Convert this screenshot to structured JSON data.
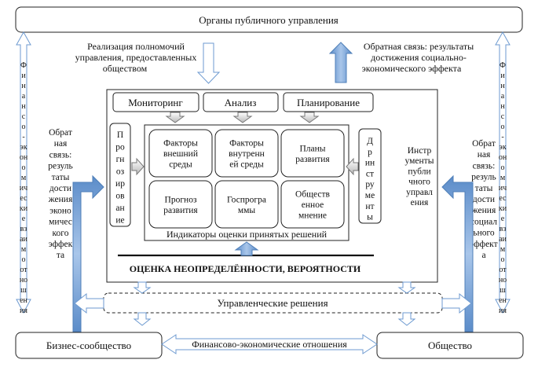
{
  "boxes": {
    "top": "Органы публичного управления",
    "monitoring": "Мониторинг",
    "analysis": "Анализ",
    "planning": "Планирование",
    "decisions": "Управленческие решения",
    "business": "Бизнес-сообщество",
    "society": "Общество",
    "fin_relations": "Финансово-экономические отношения"
  },
  "labels": {
    "implementation": [
      "Реализация полномочий",
      "управления, предоставленных",
      "обществом"
    ],
    "feedback_top": [
      "Обратная связь: результаты",
      "достижения социально-",
      "экономического эффекта"
    ],
    "uncertainty": "ОЦЕНКА НЕОПРЕДЕЛЁННОСТИ, ВЕРОЯТНОСТИ",
    "indicators": "Индикаторы оценки принятых решений",
    "instruments": [
      "Инстр",
      "ументы",
      "публи",
      "чного",
      "управл",
      "ения"
    ],
    "left_feedback": [
      "Обрат",
      "ная",
      "связь:",
      "резуль",
      "таты",
      "дости",
      "жения",
      "эконо",
      "мичес",
      "кого",
      "эффек",
      "та"
    ],
    "right_feedback": [
      "Обрат",
      "ная",
      "связь:",
      "резуль",
      "таты",
      "дости",
      "жения",
      "социал",
      "ьного",
      "эффект",
      "а"
    ],
    "vertical_fin": [
      "Ф",
      "и",
      "н",
      "а",
      "н",
      "с",
      "о",
      "-",
      "эк",
      "он",
      "о",
      "м",
      "ич",
      "ес",
      "ки",
      "е",
      "вз",
      "аи",
      "м",
      "о",
      "от",
      "но",
      "ш",
      "ен",
      "ия"
    ],
    "forecasting": [
      "П",
      "ро",
      "гн",
      "оз",
      "ир",
      "ов",
      "ан",
      "ие"
    ],
    "dp_instruments": [
      "Д",
      "р",
      "ин",
      "ст",
      "ру",
      "ме",
      "нт",
      "ы"
    ]
  },
  "grid": [
    [
      "Факторы",
      "внешний",
      "среды"
    ],
    [
      "Факторы",
      "внутренн",
      "ей среды"
    ],
    [
      "Планы",
      "развития"
    ],
    [
      "Прогноз",
      "развития"
    ],
    [
      "Госпрогра",
      "ммы"
    ],
    [
      "Обществ",
      "енное",
      "мнение"
    ]
  ],
  "colors": {
    "arrow_fill": "#7ba4d4",
    "arrow_stroke": "#4f7fb8",
    "hollow_stroke": "#6d9ad0",
    "box_stroke": "#222222"
  }
}
